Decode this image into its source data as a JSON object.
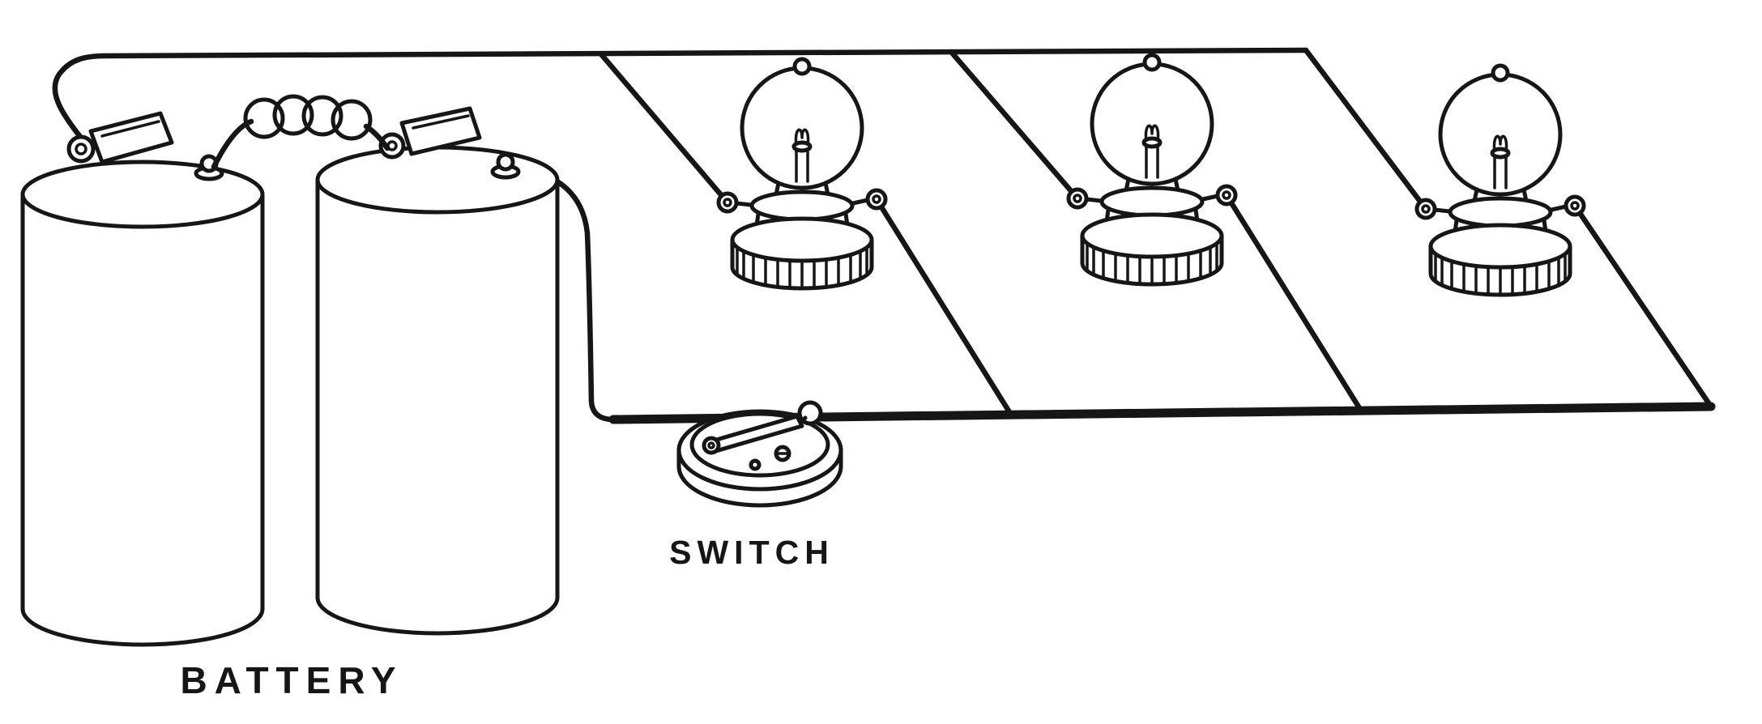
{
  "figure": {
    "kind": "circuit-illustration",
    "ink_color": "#161616",
    "paper_color": "#ffffff",
    "labels": {
      "battery": "BATTERY",
      "switch": "SWITCH"
    },
    "components": {
      "battery_cells": 2,
      "light_bulbs": 3,
      "switches": 1,
      "wiring": "top bus, three parallel lamp branches, bottom bus through switch, coiled jumper between cells"
    }
  }
}
